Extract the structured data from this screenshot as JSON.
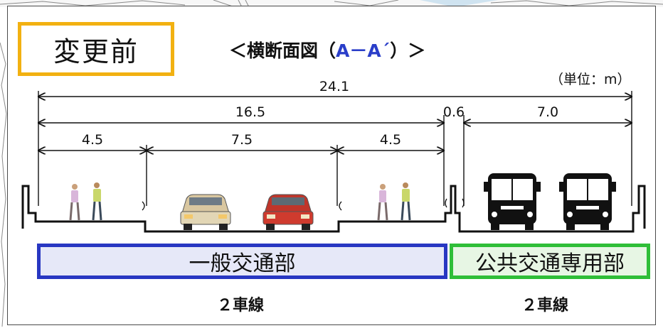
{
  "badge": {
    "label": "変更前"
  },
  "title": {
    "prefix": "＜横断面図（",
    "ref": "A－A´",
    "suffix": "）＞"
  },
  "unit": "（単位：m）",
  "dimensions": {
    "total": "24.1",
    "general_width": "16.5",
    "separator": "0.6",
    "public_width": "7.0",
    "sidewalk_left": "4.5",
    "roadway": "7.5",
    "sidewalk_right": "4.5"
  },
  "zones": {
    "general": {
      "label": "一般交通部",
      "lanes": "２車線"
    },
    "public": {
      "label": "公共交通専用部",
      "lanes": "２車線"
    }
  },
  "colors": {
    "badge_border": "#f2b111",
    "general_border": "#2837c2",
    "public_border": "#2fbe38",
    "title_ref": "#2a3ec9"
  }
}
